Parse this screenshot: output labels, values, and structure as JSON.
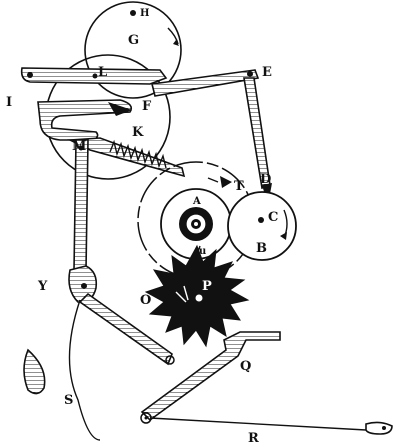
{
  "colors": {
    "ink": "#111111",
    "paper": "#ffffff",
    "hatch": "#222222"
  },
  "labels": {
    "G": "G",
    "H": "H",
    "E": "E",
    "I": "I",
    "F": "F",
    "L": "L",
    "K": "K",
    "M": "M",
    "T": "T",
    "D": "D",
    "A": "A",
    "C": "C",
    "B": "B",
    "U": "u",
    "P": "P",
    "O": "O",
    "Y": "Y",
    "Q": "Q",
    "S": "S",
    "R": "R"
  }
}
